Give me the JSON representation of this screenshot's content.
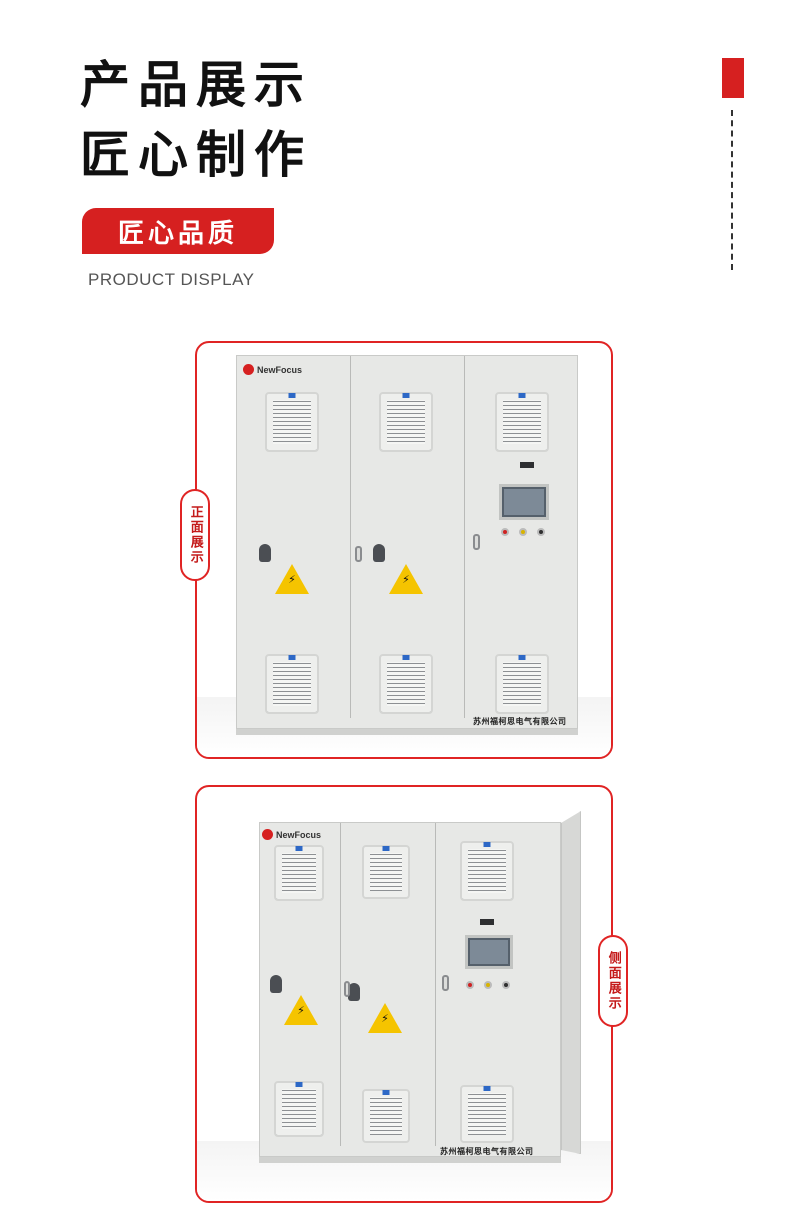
{
  "header": {
    "title_line1": "产品展示",
    "title_line2": "匠心制作",
    "badge_label": "匠心品质",
    "subtitle": "PRODUCT DISPLAY"
  },
  "front_view": {
    "tag": "正面展示",
    "brand": "NewFocus",
    "company_label": "苏州福柯思电气有限公司"
  },
  "side_view": {
    "tag": "侧面展示",
    "brand": "NewFocus",
    "company_label": "苏州福柯思电气有限公司"
  },
  "colors": {
    "accent": "#d62020",
    "frame": "#e02424",
    "cabinet": "#e7e8e6"
  }
}
